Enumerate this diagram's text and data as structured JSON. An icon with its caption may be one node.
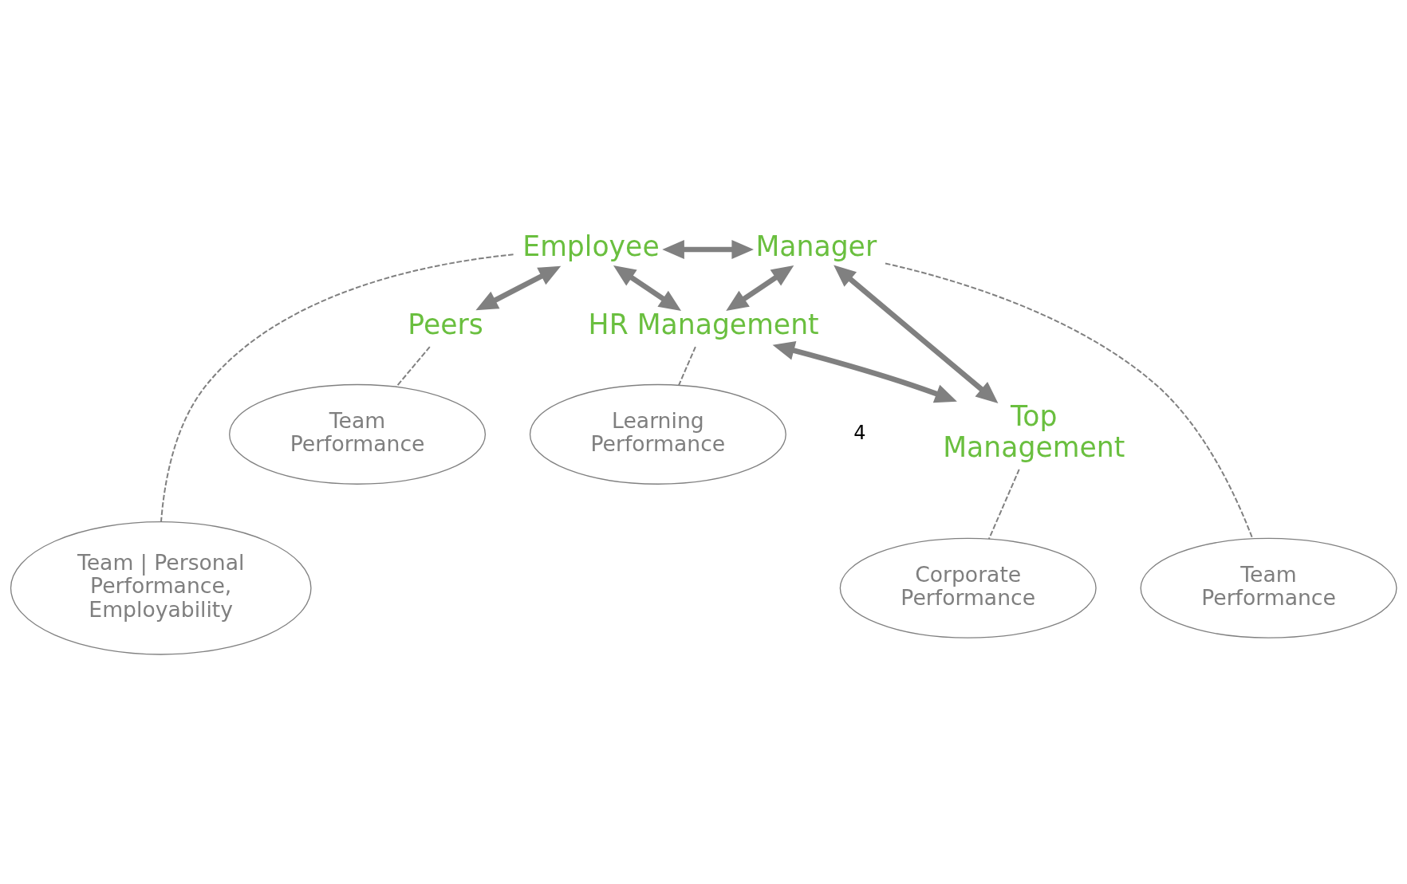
{
  "diagram": {
    "nodes": [
      {
        "text": [
          "Team | Personal Performance, Employability"
        ]
      },
      {
        "text": [
          "Employee"
        ]
      },
      {
        "text": [
          "Team Performance"
        ]
      },
      {
        "text": [
          "Manager"
        ]
      },
      {
        "text": [
          "Corporate Performance"
        ]
      },
      {
        "text": [
          "Top Management"
        ]
      },
      {
        "text": [
          "Peers"
        ]
      },
      {
        "text": [
          "HR Management"
        ]
      },
      {
        "text": [
          "Team Performance"
        ]
      },
      {
        "text": [
          "Learning Performance"
        ]
      }
    ],
    "edges": [
      {
        "from": 1,
        "to": 3,
        "arrow": "both"
      },
      {
        "from": 1,
        "to": 6,
        "arrow": "both"
      },
      {
        "from": 1,
        "to": 7,
        "arrow": "both"
      },
      {
        "from": 3,
        "to": 7,
        "arrow": "both"
      },
      {
        "from": 3,
        "to": 5,
        "arrow": "both"
      },
      {
        "from": 7,
        "to": 5,
        "arrow": "both"
      },
      {
        "from": 1,
        "to": 0,
        "arrow": "none",
        "style": "dashed"
      },
      {
        "from": 3,
        "to": 2,
        "arrow": "none",
        "style": "dashed"
      },
      {
        "from": 5,
        "to": 4,
        "arrow": "none",
        "style": "dashed"
      },
      {
        "from": 6,
        "to": 8,
        "arrow": "none",
        "style": "dashed"
      },
      {
        "from": 7,
        "to": 9,
        "arrow": "none",
        "style": "dashed"
      }
    ],
    "labels": [
      "4"
    ]
  }
}
